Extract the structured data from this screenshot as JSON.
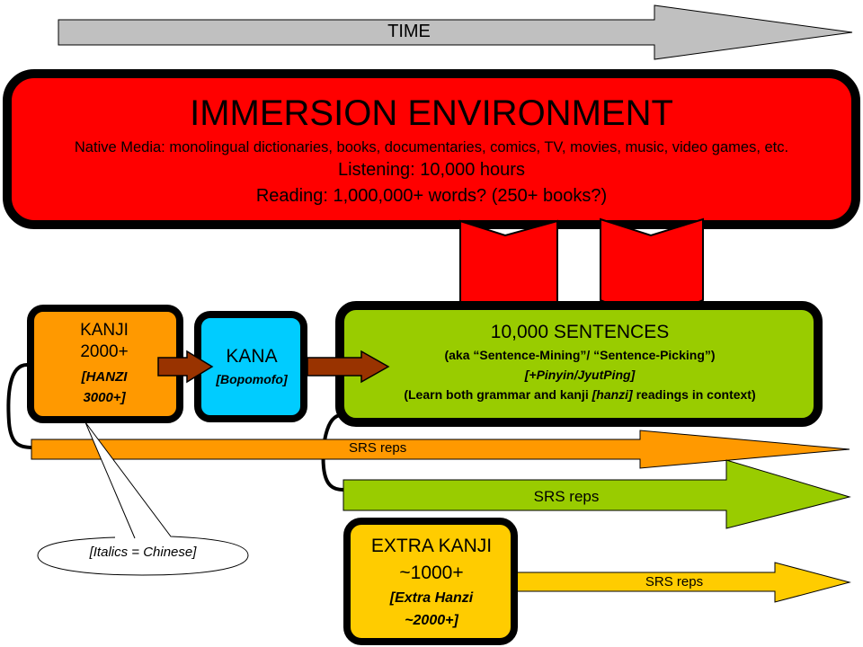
{
  "time_arrow": {
    "label": "TIME"
  },
  "immersion": {
    "title": "IMMERSION ENVIRONMENT",
    "native_media": "Native Media: monolingual dictionaries, books, documentaries, comics, TV, movies, music, video games, etc.",
    "listening": "Listening: 10,000 hours",
    "reading": "Reading: 1,000,000+ words? (250+ books?)"
  },
  "kanji": {
    "label": "KANJI",
    "count": "2000+",
    "chinese_line1": "[HANZI",
    "chinese_line2": "3000+]"
  },
  "kana": {
    "label": "KANA",
    "chinese": "[Bopomofo]"
  },
  "sentences": {
    "title": "10,000 SENTENCES",
    "aka": "(aka “Sentence-Mining”/ “Sentence-Picking”)",
    "chinese": "[+Pinyin/JyutPing]",
    "note": "(Learn both grammar and kanji [hanzi] readings in context)"
  },
  "srs": {
    "label_orange": "SRS reps",
    "label_green": "SRS reps",
    "label_yellow": "SRS reps"
  },
  "extra_kanji": {
    "label": "EXTRA KANJI",
    "count": "~1000+",
    "chinese_line1": "[Extra Hanzi",
    "chinese_line2": "~2000+]"
  },
  "legend": {
    "text": "[Italics = Chinese]"
  },
  "colors": {
    "immersion_red": "#ff0000",
    "kanji_orange": "#ff9900",
    "kana_cyan": "#00ccff",
    "sentences_green": "#99cc00",
    "extra_yellow": "#ffcc00",
    "time_gray": "#c0c0c0",
    "arrow_brown": "#993300"
  }
}
